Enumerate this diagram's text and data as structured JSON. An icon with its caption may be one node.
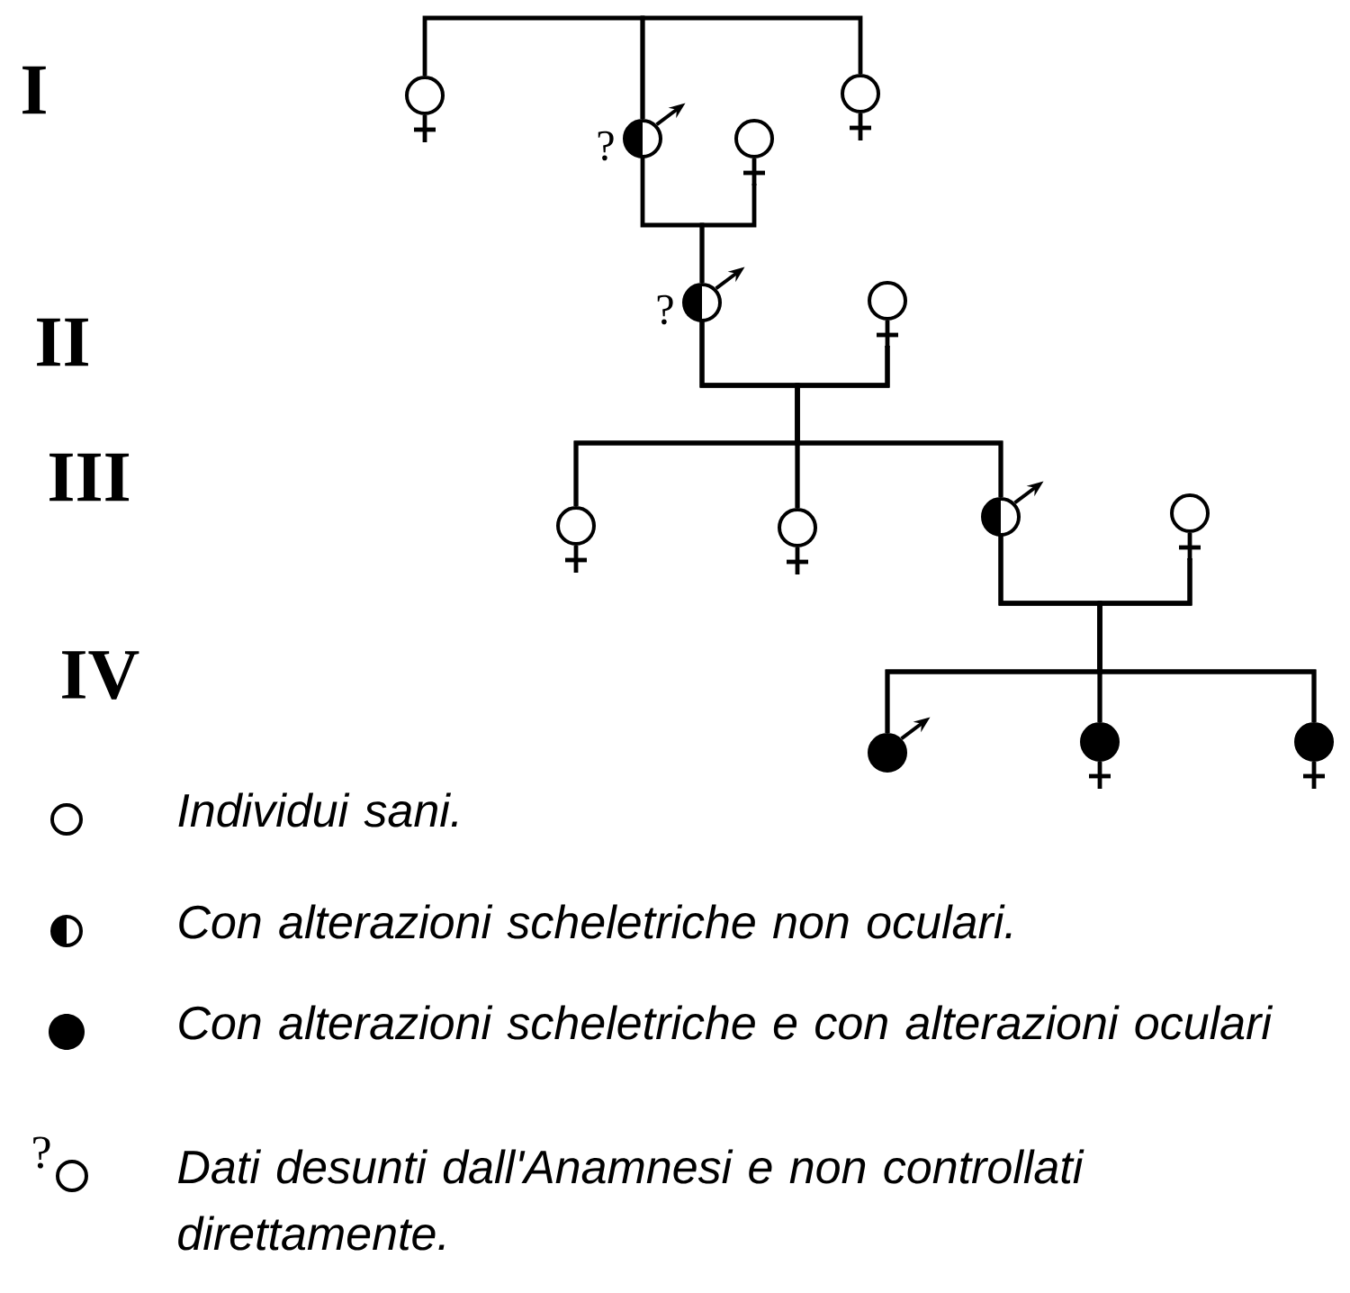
{
  "diagram": {
    "nodes": [
      {
        "text": [],
        "shape": "circle"
      },
      {
        "text": [],
        "shape": "circle",
        "beside": [
          "?"
        ]
      },
      {
        "text": [],
        "shape": "circle"
      },
      {
        "text": [],
        "shape": "circle"
      },
      {
        "text": [],
        "shape": "circle",
        "beside": [
          "?"
        ]
      },
      {
        "text": [],
        "shape": "circle"
      },
      {
        "text": [],
        "shape": "circle"
      },
      {
        "text": [],
        "shape": "circle"
      },
      {
        "text": [],
        "shape": "circle"
      },
      {
        "text": [],
        "shape": "circle"
      },
      {
        "text": [],
        "shape": "circle"
      },
      {
        "text": [],
        "shape": "circle"
      },
      {
        "text": [],
        "shape": "circle"
      }
    ],
    "edges": [
      {
        "from": 1,
        "to": 0,
        "arrow": "none"
      },
      {
        "from": 1,
        "to": 2,
        "arrow": "none"
      },
      {
        "from": 1,
        "to": 4,
        "arrow": "none"
      },
      {
        "from": 3,
        "to": 4,
        "arrow": "none"
      },
      {
        "from": 4,
        "to": 6,
        "arrow": "none"
      },
      {
        "from": 4,
        "to": 7,
        "arrow": "none"
      },
      {
        "from": 4,
        "to": 8,
        "arrow": "none"
      },
      {
        "from": 5,
        "to": 6,
        "arrow": "none"
      },
      {
        "from": 5,
        "to": 7,
        "arrow": "none"
      },
      {
        "from": 5,
        "to": 8,
        "arrow": "none"
      },
      {
        "from": 8,
        "to": 10,
        "arrow": "none"
      },
      {
        "from": 8,
        "to": 11,
        "arrow": "none"
      },
      {
        "from": 8,
        "to": 12,
        "arrow": "none"
      },
      {
        "from": 9,
        "to": 10,
        "arrow": "none"
      },
      {
        "from": 9,
        "to": 11,
        "arrow": "none"
      },
      {
        "from": 9,
        "to": 12,
        "arrow": "none"
      }
    ],
    "labels": [
      "I",
      "II",
      "III",
      "IV",
      "?"
    ],
    "legend": [
      {
        "text": "Individui sani."
      },
      {
        "text": "Con alterazioni scheletriche non oculari."
      },
      {
        "text": "Con alterazioni scheletriche e con alterazioni oculari"
      },
      {
        "text": "Dati desunti dall'Anamnesi e non controllati direttamente."
      }
    ]
  }
}
